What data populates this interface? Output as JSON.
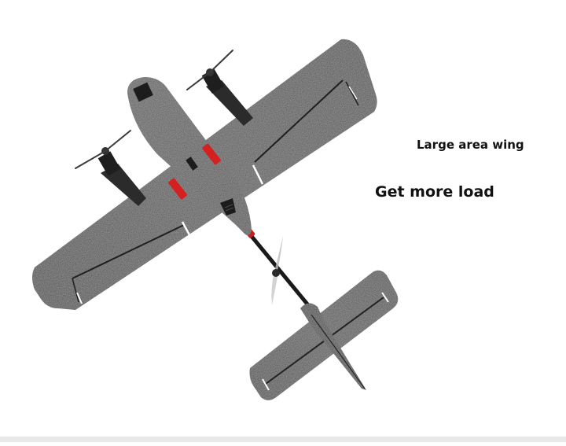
{
  "product_image": {
    "subject": "VTOL foam RC airplane, top-down view",
    "captions": [
      {
        "text": "Large area wing"
      },
      {
        "text": "Get more load"
      }
    ],
    "colors": {
      "background": "#ffffff",
      "foam_body": "#4a4a4a",
      "foam_light": "#6a6a6a",
      "accent_red": "#d42020",
      "caption_text": "#111111",
      "bottom_band": "#e8e8e8"
    },
    "icons": {
      "airplane": "vtol-airplane-icon",
      "propeller": "propeller-icon"
    }
  }
}
